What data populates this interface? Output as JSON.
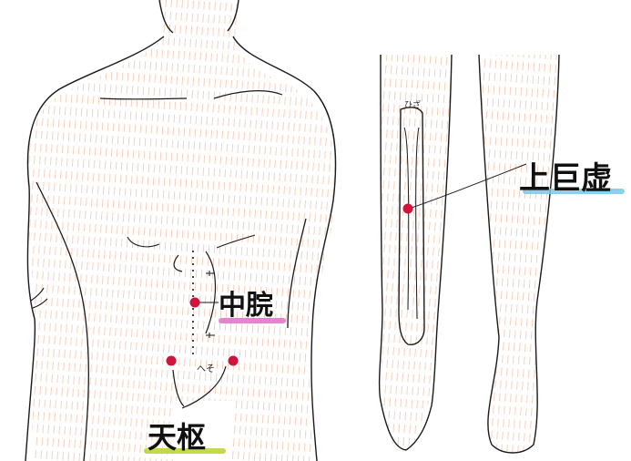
{
  "labels": {
    "zhongwan": "中脘",
    "tianshu": "天枢",
    "shangjuxu": "上巨虚",
    "navel": "へそ",
    "knee": "ひざ"
  },
  "colors": {
    "point": "#d0143c",
    "skin_hatch": "#f0a988",
    "outline": "#1a1a1a",
    "highlight_zhongwan": "#e070c8",
    "highlight_tianshu": "#b8d42a",
    "highlight_shangjuxu": "#78c8ec"
  },
  "icons": {
    "acupoint": "red-dot-icon"
  }
}
